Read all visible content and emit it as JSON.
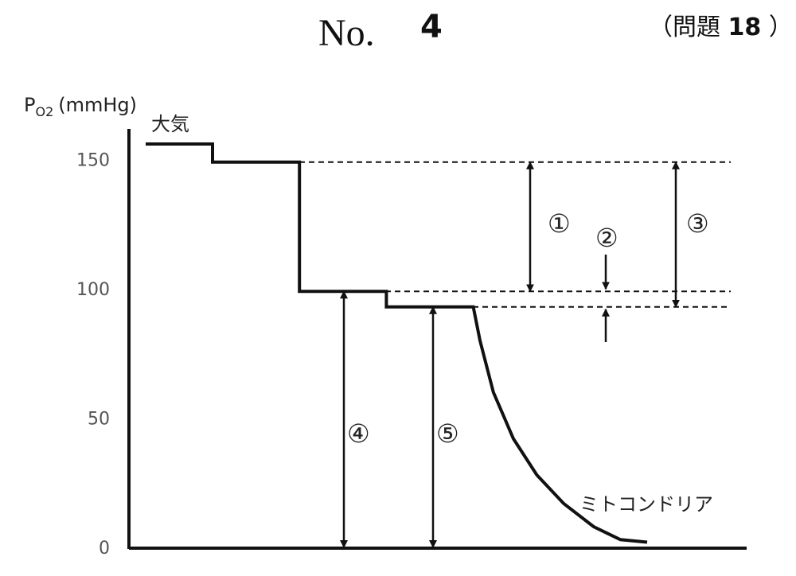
{
  "header": {
    "no_label": "No.",
    "no_value": "4",
    "ref_open": "（問題",
    "ref_num": "18",
    "ref_close": "）"
  },
  "chart_data": {
    "type": "line",
    "title": "",
    "ylabel_main": "P",
    "ylabel_sub": "O2",
    "ylabel_unit": "(mmHg)",
    "ylim": [
      0,
      160
    ],
    "yticks": [
      150,
      100,
      50,
      0
    ],
    "grid": false,
    "series": [
      {
        "values": [
          {
            "x": 0,
            "y": 156
          },
          {
            "x": 1,
            "y": 156
          },
          {
            "x": 1,
            "y": 149
          },
          {
            "x": 2.3,
            "y": 149
          },
          {
            "x": 2.3,
            "y": 99
          },
          {
            "x": 3.6,
            "y": 99
          },
          {
            "x": 3.6,
            "y": 93
          },
          {
            "x": 4.9,
            "y": 93
          },
          {
            "x": 5.0,
            "y": 80
          },
          {
            "x": 5.2,
            "y": 60
          },
          {
            "x": 5.5,
            "y": 42
          },
          {
            "x": 5.85,
            "y": 28
          },
          {
            "x": 6.25,
            "y": 17
          },
          {
            "x": 6.7,
            "y": 8
          },
          {
            "x": 7.1,
            "y": 3
          },
          {
            "x": 7.5,
            "y": 2
          }
        ]
      }
    ],
    "reference_lines": [
      {
        "y": 149,
        "style": "dashed"
      },
      {
        "y": 99,
        "style": "dashed"
      },
      {
        "y": 93,
        "style": "dashed"
      }
    ],
    "annotations": {
      "start_label": "大気",
      "end_label": "ミトコンドリア",
      "marker_1": "①",
      "marker_2": "②",
      "marker_3": "③",
      "marker_4": "④",
      "marker_5": "⑤"
    },
    "arrows": [
      {
        "id": "①",
        "from": 149,
        "to": 99,
        "kind": "double"
      },
      {
        "id": "②",
        "from": 99,
        "to": 93,
        "kind": "pointing-inward"
      },
      {
        "id": "③",
        "from": 149,
        "to": 93,
        "kind": "double"
      },
      {
        "id": "④",
        "from": 0,
        "to": 99,
        "kind": "double"
      },
      {
        "id": "⑤",
        "from": 0,
        "to": 93,
        "kind": "double"
      }
    ]
  }
}
